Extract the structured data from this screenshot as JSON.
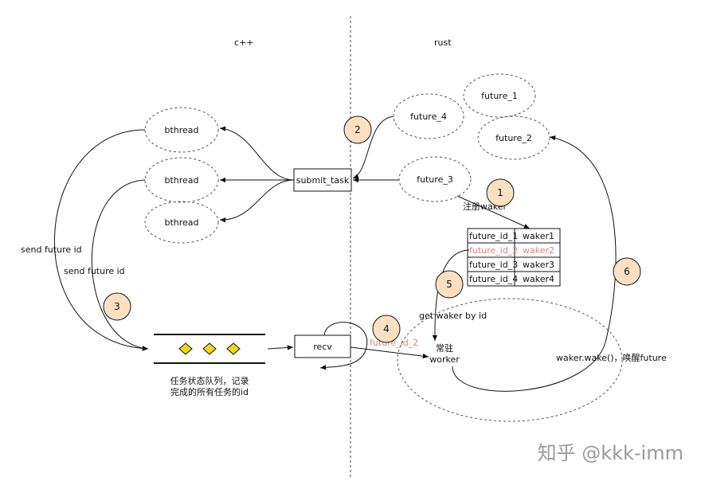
{
  "lanes": {
    "cpp": "c++",
    "rust": "rust"
  },
  "bthreads": [
    "bthread",
    "bthread",
    "bthread"
  ],
  "submit_task": "submit_task",
  "futures": {
    "f1": "future_1",
    "f2": "future_2",
    "f3": "future_3",
    "f4": "future_4"
  },
  "register_waker": "注册waker",
  "waker_table": {
    "rows": [
      {
        "id": "future_id_1",
        "waker": "waker1",
        "highlight": false
      },
      {
        "id": "future_id_2",
        "waker": "waker2",
        "highlight": true
      },
      {
        "id": "future_id_3",
        "waker": "waker3",
        "highlight": false
      },
      {
        "id": "future_id_4",
        "waker": "waker4",
        "highlight": false
      }
    ]
  },
  "send_future_id_1": "send future id",
  "send_future_id_2": "send future id",
  "queue_caption_line1": "任务状态队列，记录",
  "queue_caption_line2": "完成的所有任务的id",
  "recv": "recv",
  "recv_future_id": "future_id_2",
  "get_waker": "get waker by id",
  "worker_line1": "常驻",
  "worker_line2": "worker",
  "wake_label": "waker.wake()，唤醒future",
  "steps": [
    "1",
    "2",
    "3",
    "4",
    "5",
    "6"
  ],
  "watermark": "知乎 @kkk-imm",
  "colors": {
    "step_fill": "#fde0c2",
    "highlight_text": "#e08080",
    "diamond": "#f5d61a"
  }
}
